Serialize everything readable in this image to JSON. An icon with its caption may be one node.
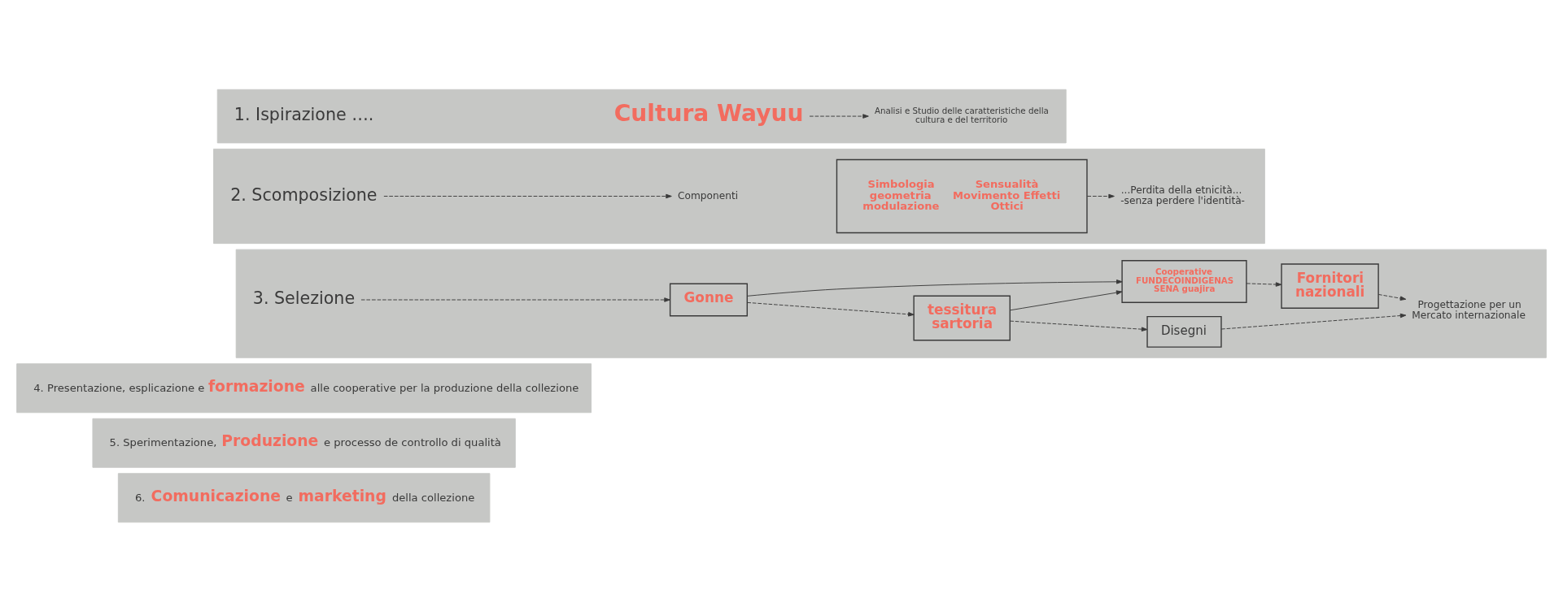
{
  "diagram": {
    "nodes": [
      {
        "text": [],
        "shape": "bar"
      },
      {
        "text": [
          "1. Ispirazione …."
        ],
        "in": 0
      },
      {
        "text": [
          "Cultura Wayuu"
        ],
        "in": 0
      },
      {
        "text": [
          "Analisi e Studio delle caratteristiche della cultura e del territorio"
        ],
        "in": 0
      },
      {
        "text": [],
        "shape": "bar"
      },
      {
        "text": [
          "2. Scomposizione"
        ],
        "in": 4
      },
      {
        "text": [
          "Componenti"
        ],
        "in": 4
      },
      {
        "text": [
          "Simbologia geometria modulazione",
          "Sensualità Movimento Effetti Ottici"
        ],
        "in": 4
      },
      {
        "text": [
          "...Perdita della etnicità... -senza perdere l'identità-"
        ],
        "in": 4
      },
      {
        "text": [],
        "shape": "bar"
      },
      {
        "text": [
          "3. Selezione"
        ],
        "in": 9
      },
      {
        "text": [
          "Gonne"
        ],
        "in": 9
      },
      {
        "text": [
          "tessitura sartoria"
        ],
        "in": 9
      },
      {
        "text": [
          "Disegni"
        ],
        "in": 9
      },
      {
        "text": [
          "Cooperative FUNDECOINDIGENAS SENA guajira"
        ],
        "in": 9
      },
      {
        "text": [
          "Fornitori nazionali"
        ],
        "in": 9
      },
      {
        "text": [
          "Progettazione per un Mercato internazionale"
        ],
        "in": 9
      },
      {
        "text": [],
        "shape": "bar"
      },
      {
        "text": [
          "4. Presentazione, esplicazione e **formazione** alle cooperative per la produzione della collezione"
        ],
        "in": 17
      },
      {
        "text": [],
        "shape": "bar"
      },
      {
        "text": [
          "5. Sperimentazione, **Produzione** e processo de controllo di qualità"
        ],
        "in": 19
      },
      {
        "text": [],
        "shape": "bar"
      },
      {
        "text": [
          "6. **Comunicazione** e **marketing** della collezione"
        ],
        "in": 21
      }
    ],
    "edges": [
      {
        "from": 2,
        "to": 3,
        "arrow": "to",
        "style": "dashed"
      },
      {
        "from": 5,
        "to": 6,
        "arrow": "to",
        "style": "dashed"
      },
      {
        "from": 7,
        "to": 8,
        "arrow": "to",
        "style": "dashed"
      },
      {
        "from": 10,
        "to": 11,
        "arrow": "to",
        "style": "dashed"
      },
      {
        "from": 11,
        "to": 12,
        "arrow": "to",
        "style": "dashed"
      },
      {
        "from": 12,
        "to": 13,
        "arrow": "to",
        "style": "dashed"
      },
      {
        "from": 11,
        "to": 14,
        "arrow": "to"
      },
      {
        "from": 12,
        "to": 14,
        "arrow": "to"
      },
      {
        "from": 14,
        "to": 15,
        "arrow": "to",
        "style": "dashed"
      },
      {
        "from": 13,
        "to": 16,
        "arrow": "to",
        "style": "dashed"
      },
      {
        "from": 15,
        "to": 16,
        "arrow": "to",
        "style": "dashed"
      }
    ]
  }
}
